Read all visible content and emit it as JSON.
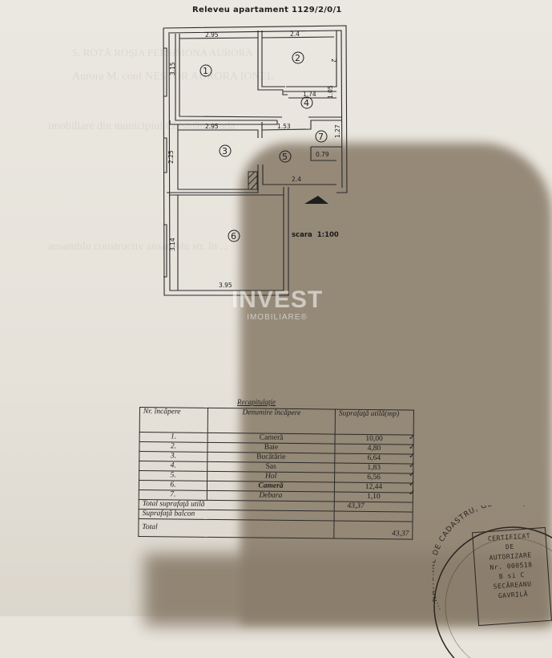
{
  "document": {
    "title": "Releveu apartament 1129/2/0/1",
    "scale_label": "scara",
    "scale_value": "1:100"
  },
  "floor_plan": {
    "rooms": [
      {
        "number": "1"
      },
      {
        "number": "2"
      },
      {
        "number": "3"
      },
      {
        "number": "4"
      },
      {
        "number": "5"
      },
      {
        "number": "6"
      },
      {
        "number": "7"
      }
    ],
    "dimensions": {
      "room1_width": "2.95",
      "room1_height": "3.15",
      "room2_width": "2.4",
      "room2_height": "2",
      "room4_width": "1.74",
      "room4_height": "1.05",
      "room3_width": "2.95",
      "room3_height": "2.25",
      "room5_width_top": "1.53",
      "room5_width_bottom": "2.4",
      "room7_width": "0.79",
      "room7_height": "1.27",
      "room6_width": "3.95",
      "room6_height": "3.14"
    }
  },
  "watermark": {
    "brand": "INVEST",
    "subtitle": "IMOBILIARE®"
  },
  "summary_table": {
    "title": "Recapitulaţie",
    "headers": [
      "Nr. încăpere",
      "Denumire încăpere",
      "Suprafaţă utilă(mp)"
    ],
    "rows": [
      {
        "nr": "1.",
        "name": "Cameră",
        "area": "10,00"
      },
      {
        "nr": "2.",
        "name": "Baie",
        "area": "4,80"
      },
      {
        "nr": "3.",
        "name": "Bucătărie",
        "area": "6,64"
      },
      {
        "nr": "4.",
        "name": "Sas",
        "area": "1,83"
      },
      {
        "nr": "5.",
        "name": "Hol",
        "area": "6,56"
      },
      {
        "nr": "6.",
        "name": "Cameră",
        "area": "12,44"
      },
      {
        "nr": "7.",
        "name": "Debara",
        "area": "1,10"
      }
    ],
    "totals": [
      {
        "label": "Total suprafaţă utilă",
        "value": "43,37"
      },
      {
        "label": "Suprafaţă balcon",
        "value": ""
      },
      {
        "label": "Total",
        "value": "43,37"
      }
    ],
    "check_marks": [
      "✓",
      "✓",
      "✓",
      "✓",
      "✓",
      "✓",
      "✓"
    ]
  },
  "stamp": {
    "ring_text": "...NATIONAL DE CADASTRU, GEODEZ...",
    "lines": [
      "CERTIFICAT",
      "DE",
      "AUTORIZARE",
      "Nr. 000518",
      "B si C",
      "SECĂREANU",
      "GAVRILĂ"
    ]
  }
}
